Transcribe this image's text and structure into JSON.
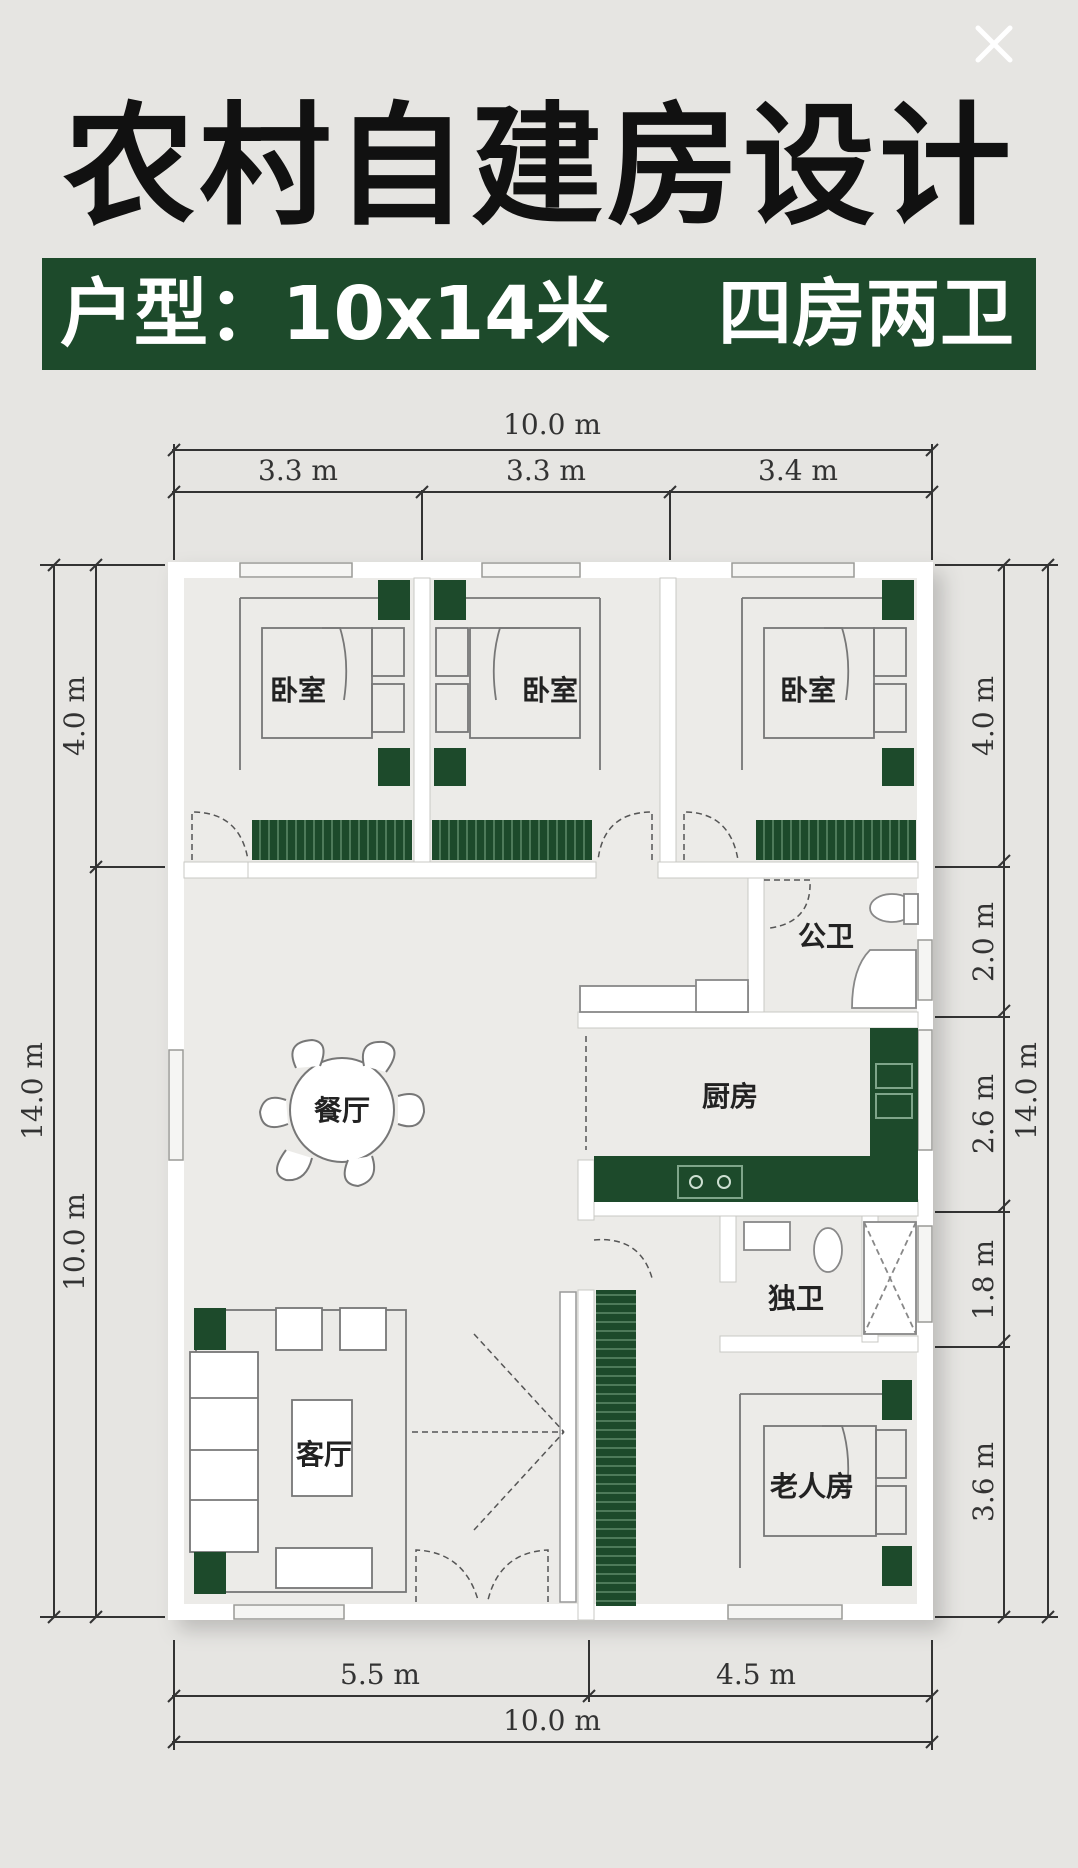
{
  "toolbar": {
    "close_icon": "close-icon"
  },
  "header": {
    "title": "农村自建房设计",
    "layout_label": "户型：10x14米",
    "rooms_label": "四房两卫"
  },
  "colors": {
    "accent_green": "#1d4a2b",
    "wall": "#ffffff",
    "background": "#e6e5e2"
  },
  "dimensions": {
    "top_total": "10.0 m",
    "top_1": "3.3 m",
    "top_2": "3.3 m",
    "top_3": "3.4 m",
    "bottom_1": "5.5 m",
    "bottom_2": "4.5 m",
    "bottom_total": "10.0 m",
    "left_total": "14.0 m",
    "left_1": "4.0 m",
    "left_2": "10.0 m",
    "right_1": "4.0 m",
    "right_2": "2.0 m",
    "right_3": "2.6 m",
    "right_4": "1.8 m",
    "right_5": "3.6 m",
    "right_total": "14.0 m"
  },
  "rooms": {
    "bedroom_1": "卧室",
    "bedroom_2": "卧室",
    "bedroom_3": "卧室",
    "public_bath": "公卫",
    "dining": "餐厅",
    "kitchen": "厨房",
    "private_bath": "独卫",
    "living": "客厅",
    "elder_room": "老人房"
  }
}
